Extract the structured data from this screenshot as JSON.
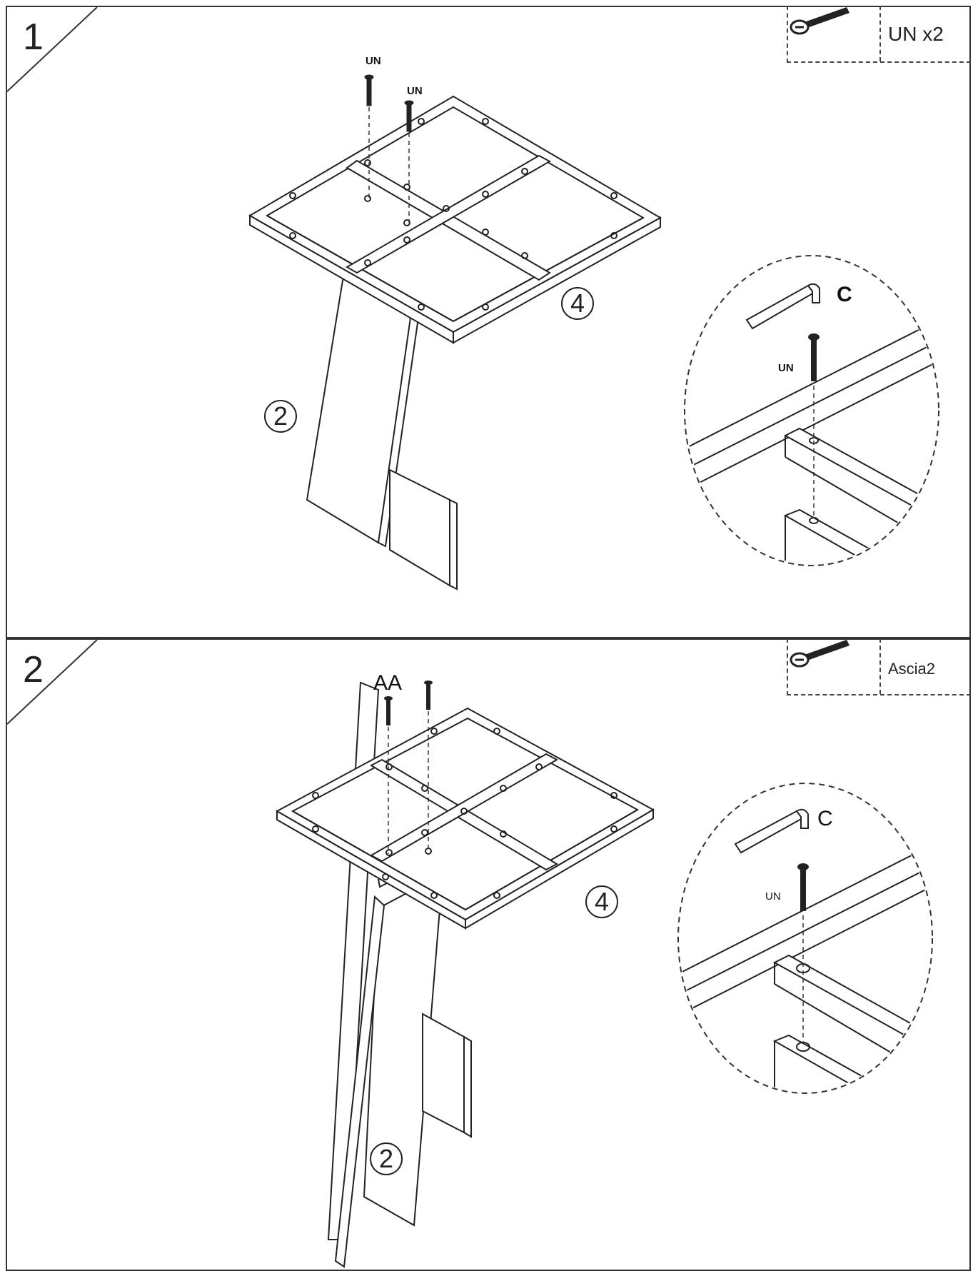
{
  "steps": [
    {
      "number": "1",
      "parts_label": "UN x2",
      "screw_labels": [
        "UN",
        "UN"
      ],
      "component_labels": [
        "4",
        "2"
      ],
      "detail": {
        "tool_label": "C",
        "screw_label": "UN"
      }
    },
    {
      "number": "2",
      "parts_label": "Ascia2",
      "screw_labels": [
        "AA"
      ],
      "component_labels": [
        "4",
        "2"
      ],
      "detail": {
        "tool_label": "C",
        "screw_label": "UN"
      }
    }
  ],
  "icons": [
    "screw-icon",
    "allen-key-icon",
    "detail-zoom-icon"
  ]
}
